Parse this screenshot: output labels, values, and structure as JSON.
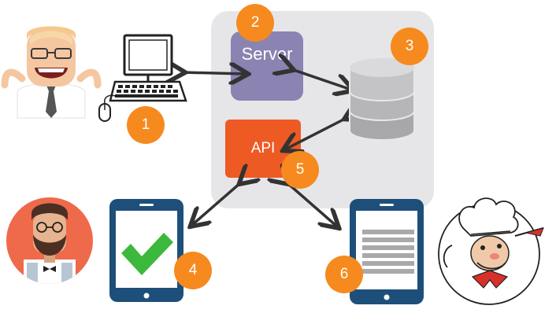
{
  "server": {
    "label": "Server"
  },
  "api": {
    "label": "API"
  },
  "steps": [
    "1",
    "2",
    "3",
    "4",
    "5",
    "6"
  ],
  "colors": {
    "panel": "#e6e6e8",
    "server": "#8b83b2",
    "api": "#ee5a24",
    "badge": "#f68a1f",
    "device": "#1d4f7a",
    "check": "#3cb83c",
    "arrow": "#333333"
  },
  "icons": [
    "computer-icon",
    "database-icon",
    "tablet-icon",
    "checkmark-icon",
    "document-icon"
  ],
  "people": [
    "happy-user-avatar",
    "bearded-man-avatar",
    "chef-avatar"
  ]
}
